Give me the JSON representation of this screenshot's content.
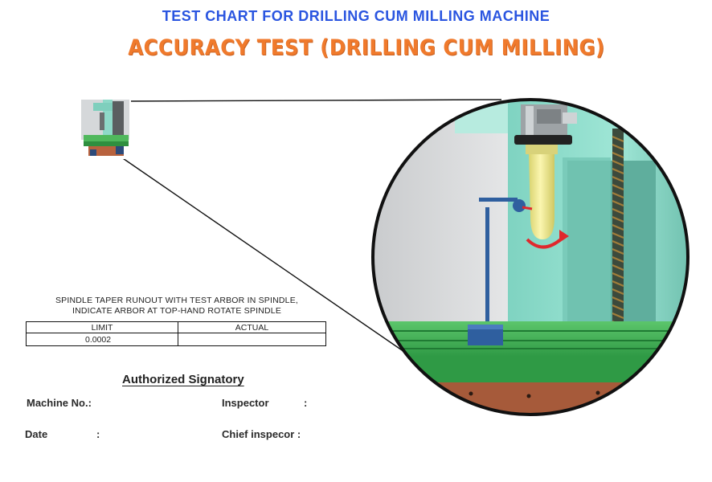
{
  "header": {
    "title": "TEST CHART FOR DRILLING CUM MILLING MACHINE",
    "subtitle": "ACCURACY TEST (DRILLING CUM MILLING)"
  },
  "test": {
    "description_line1": "SPINDLE TAPER RUNOUT WITH TEST ARBOR IN SPINDLE,",
    "description_line2": "INDICATE ARBOR AT TOP-HAND ROTATE SPINDLE",
    "col_limit": "LIMIT",
    "col_actual": "ACTUAL",
    "limit_value": "0.0002",
    "actual_value": ""
  },
  "signature": {
    "heading": "Authorized Signatory",
    "machine_no_label": "Machine No.:",
    "inspector_label": "Inspector",
    "inspector_colon": ":",
    "date_label": "Date",
    "date_colon": ":",
    "chief_label": "Chief inspecor :"
  },
  "colors": {
    "title_blue": "#2a55e0",
    "subtitle_orange": "#f07a2c",
    "machine_teal": "#8fe0cf",
    "table_green": "#49b55a",
    "arbor_yellow": "#f2ec93",
    "indicator_blue": "#2f5f9f",
    "rotation_red": "#e0282d"
  }
}
